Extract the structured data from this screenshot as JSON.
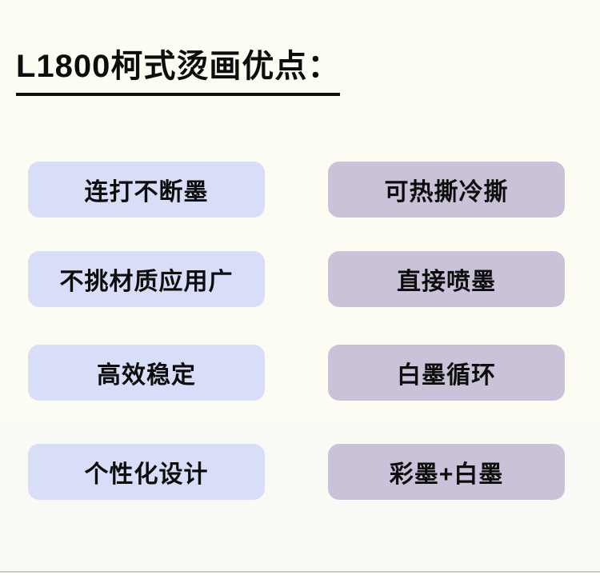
{
  "title": "L1800柯式烫画优点：",
  "colors": {
    "background_top": "#fcfcf2",
    "background_bottom": "#f9f9f6",
    "left_pill": "#d8def8",
    "right_pill": "#cac2d8",
    "text": "#0d0d0d",
    "divider": "#c9c9c9"
  },
  "left_column": [
    {
      "label": "连打不断墨"
    },
    {
      "label": "不挑材质应用广"
    },
    {
      "label": "高效稳定"
    },
    {
      "label": "个性化设计"
    }
  ],
  "right_column": [
    {
      "label": "可热撕冷撕"
    },
    {
      "label": "直接喷墨"
    },
    {
      "label": "白墨循环"
    },
    {
      "label": "彩墨+白墨"
    }
  ]
}
